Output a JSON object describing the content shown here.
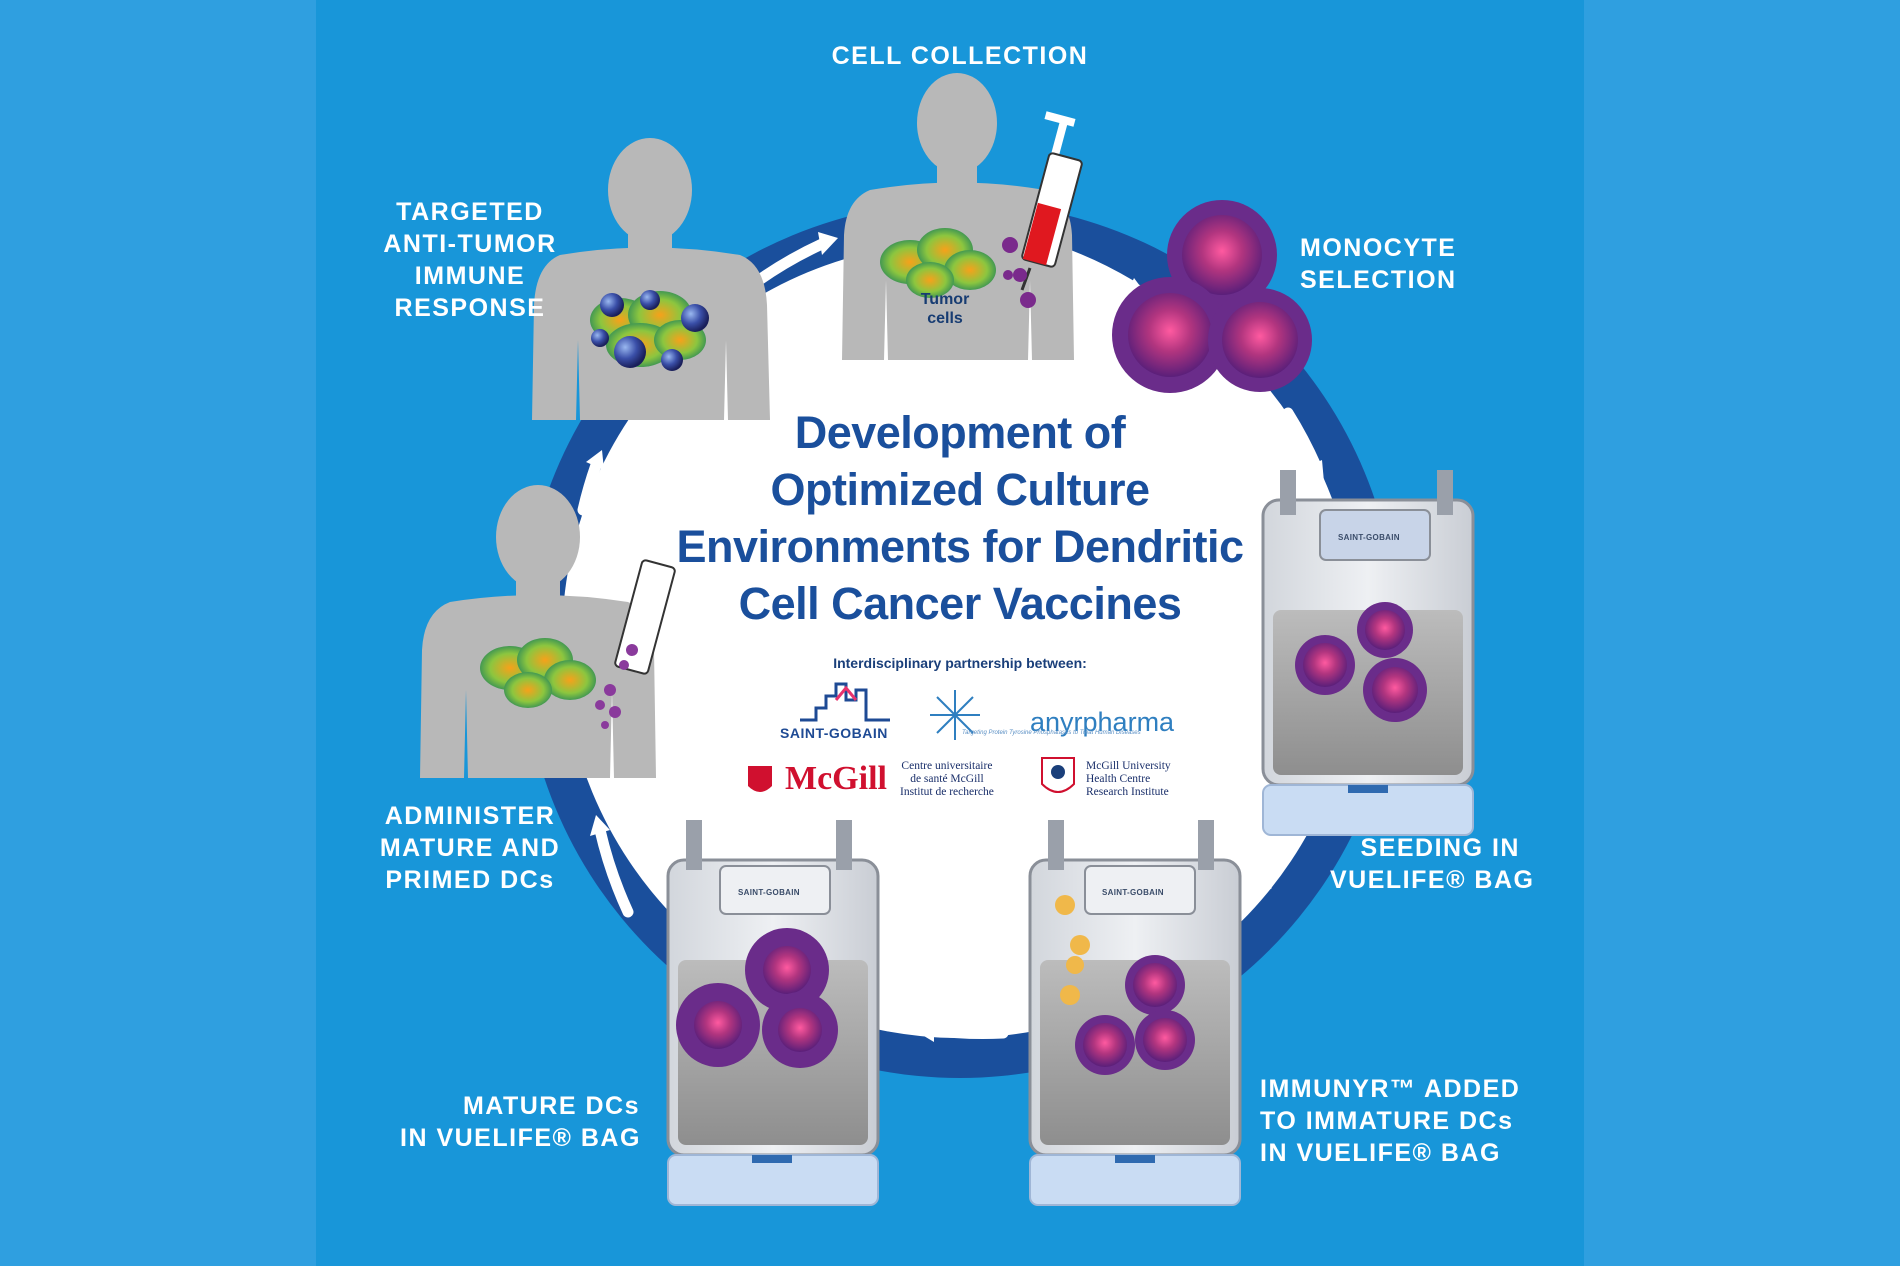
{
  "title_lines": [
    "Development of",
    "Optimized Culture",
    "Environments for Dendritic",
    "Cell Cancer Vaccines"
  ],
  "partnership_text": "Interdisciplinary partnership between:",
  "steps": {
    "cell_collection": [
      "CELL COLLECTION"
    ],
    "monocyte_selection": [
      "MONOCYTE",
      "SELECTION"
    ],
    "seeding": [
      "SEEDING IN",
      "VUELIFE® BAG"
    ],
    "immunyr": [
      "IMMUNYR™ ADDED",
      "TO IMMATURE DCs",
      "IN VUELIFE® BAG"
    ],
    "mature": [
      "MATURE DCs",
      "IN VUELIFE® BAG"
    ],
    "administer": [
      "ADMINISTER",
      "MATURE AND",
      "PRIMED DCs"
    ],
    "targeted": [
      "TARGETED",
      "ANTI-TUMOR",
      "IMMUNE",
      "RESPONSE"
    ]
  },
  "tumor_label": [
    "Tumor",
    "cells"
  ],
  "bag_brand": "SAINT-GOBAIN",
  "logos": {
    "saint_gobain": "SAINT-GOBAIN",
    "anyrpharma": "anyrpharma",
    "anyrpharma_tagline": "Targeting Protein Tyrosine Phosphatases to Treat Human Diseases",
    "mcgill": "McGill",
    "cusm_fr": [
      "Centre universitaire",
      "de santé McGill",
      "Institut de recherche"
    ],
    "muhc_en": [
      "McGill University",
      "Health Centre",
      "Research Institute"
    ]
  },
  "colors": {
    "background": "#2f9fe0",
    "panel": "#1896d9",
    "ring": "#1a4f9c",
    "title": "#1a4f9c",
    "silhouette": "#b8b8b8",
    "cell_purple": "#8a3a9c"
  },
  "icons": [
    "syringe-icon",
    "human-silhouette-icon",
    "culture-bag-icon",
    "cycle-arrow-icon",
    "tumor-cell-icon",
    "monocyte-icon",
    "dendritic-cell-icon",
    "cytokine-icon"
  ]
}
